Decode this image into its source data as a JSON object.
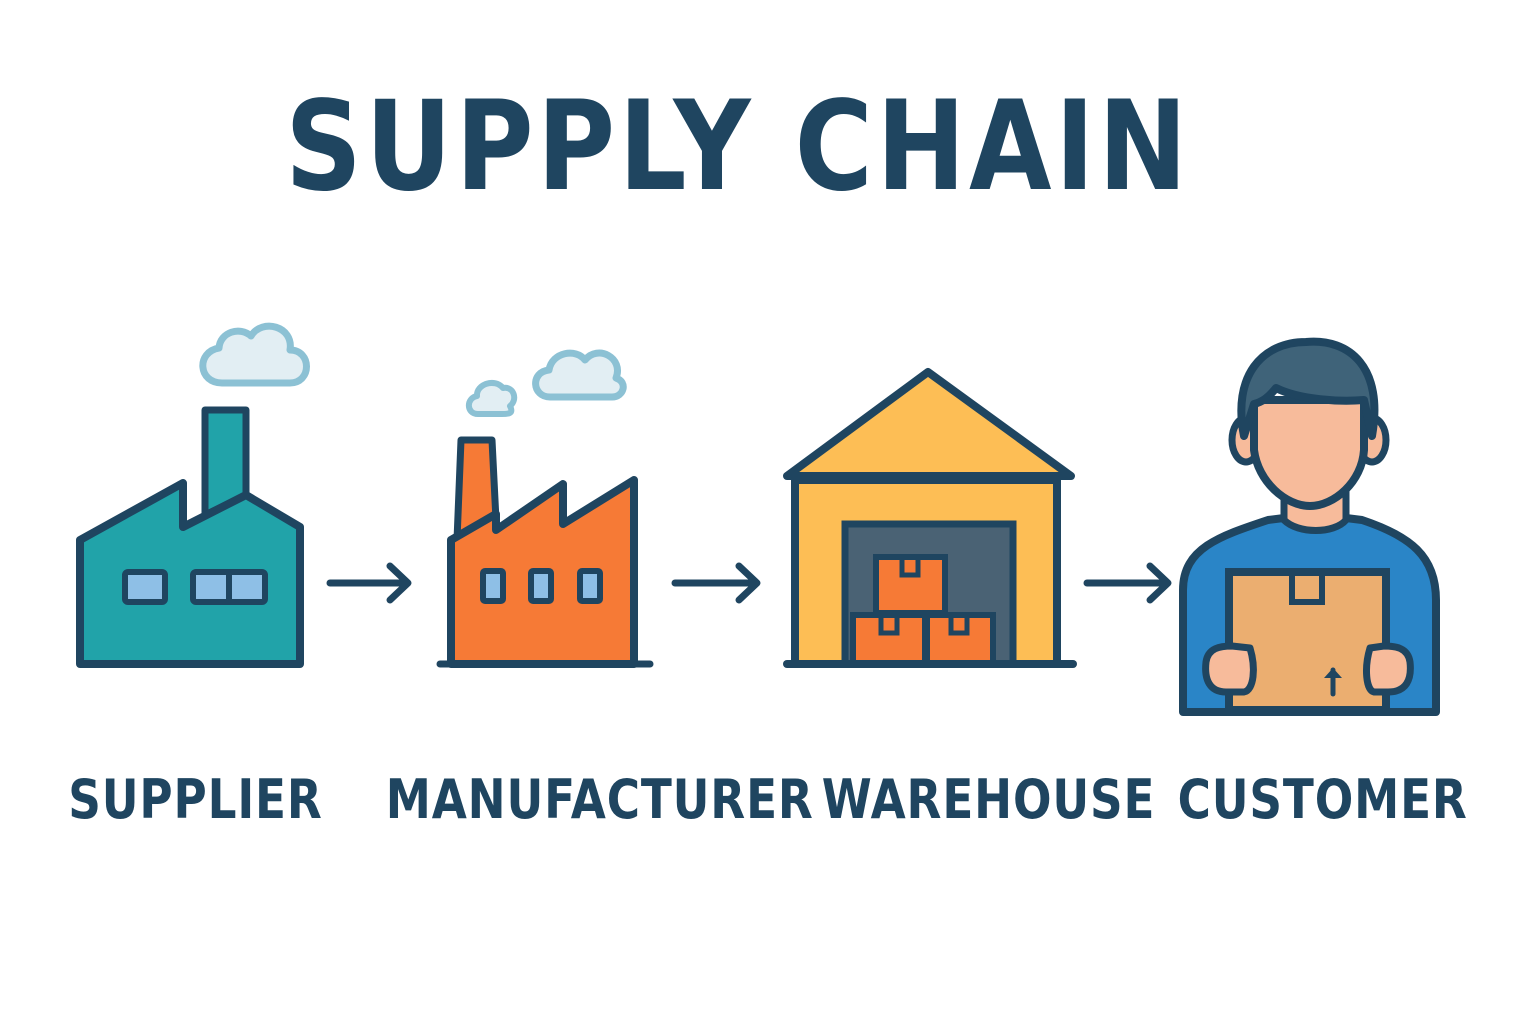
{
  "title": "SUPPLY CHAIN",
  "stages": [
    {
      "label": "SUPPLIER",
      "icon": "supplier-factory-icon"
    },
    {
      "label": "MANUFACTURER",
      "icon": "manufacturer-factory-icon"
    },
    {
      "label": "WAREHOUSE",
      "icon": "warehouse-icon"
    },
    {
      "label": "CUSTOMER",
      "icon": "customer-person-icon"
    }
  ],
  "connectors": [
    "arrow-right-icon",
    "arrow-right-icon",
    "arrow-right-icon"
  ],
  "colors": {
    "outline": "#1f4560",
    "supplier_fill": "#21a3a9",
    "manufacturer_fill": "#f67a36",
    "warehouse_fill": "#fdbe55",
    "box_fill": "#f67a36",
    "door_fill": "#4a6274",
    "window_fill": "#8ebfe6",
    "cloud_fill": "#e2eef3",
    "cloud_stroke": "#8cc1d4",
    "shirt_fill": "#2a85c7",
    "skin_fill": "#f7bb9b",
    "parcel_fill": "#ebae70",
    "hair_fill": "#3f6379"
  }
}
